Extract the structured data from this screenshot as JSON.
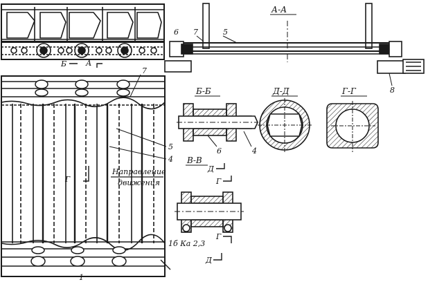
{
  "sections": {
    "aa": "А-А",
    "bb": "Б-Б",
    "dd": "Д-Д",
    "gg": "Г-Г",
    "vv": "В-В"
  },
  "section_marks": {
    "b": "Б",
    "a": "А",
    "d1": "Д",
    "g1": "Г",
    "g2": "Г",
    "d2": "Д",
    "g_plan": "Г"
  },
  "direction_note": {
    "line1": "Направление",
    "line2": "движения"
  },
  "callouts": {
    "n7_plan": "7",
    "n5_plan": "5",
    "n4_plan": "4",
    "n1_plan": "1",
    "n6_aa": "6",
    "n7_aa": "7",
    "n5_aa": "5",
    "n8_aa": "8",
    "n6_bb": "6",
    "n4_bb": "4",
    "n_vv": "1б Ка 2,3"
  },
  "colors": {
    "ink": "#1a1a1a",
    "paper": "#ffffff",
    "hatch": "#333333"
  }
}
